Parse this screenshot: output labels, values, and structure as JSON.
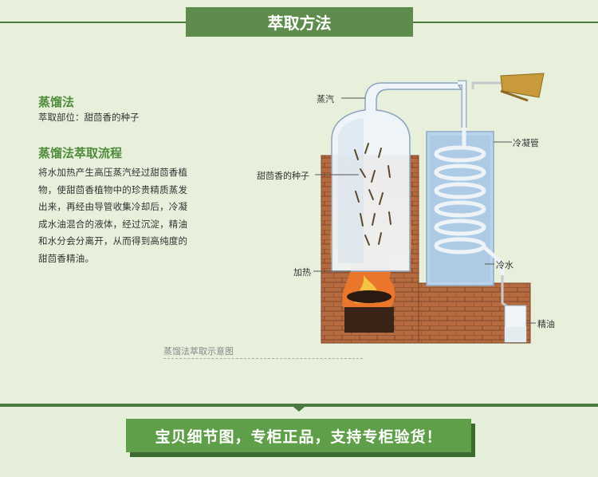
{
  "header": {
    "title": "萃取方法"
  },
  "section1": {
    "title": "蒸馏法",
    "part": "萃取部位：甜茴香的种子"
  },
  "section2": {
    "title": "蒸馏法萃取流程",
    "lines": [
      "将水加热产生高压蒸汽经过甜茴香植",
      "物，使甜茴香植物中的珍贵精质蒸发",
      "出来，再经由导管收集冷却后，冷凝",
      "成水油混合的液体，经过沉淀，精油",
      "和水分会分离开，从而得到高纯度的",
      "甜茴香精油。"
    ]
  },
  "diagram": {
    "labels": {
      "steam": "蒸汽",
      "seeds": "甜茴香的种子",
      "heat": "加热",
      "condenser": "冷凝管",
      "cold_water": "冷水",
      "essential_oil": "精油"
    },
    "caption": "蒸馏法萃取示意图"
  },
  "banner": {
    "text": "宝贝细节图，专柜正品，支持专柜验货！"
  },
  "colors": {
    "green_dark": "#4b7a3e",
    "green_title": "#5e8c4d",
    "brick": "#b7693f"
  }
}
